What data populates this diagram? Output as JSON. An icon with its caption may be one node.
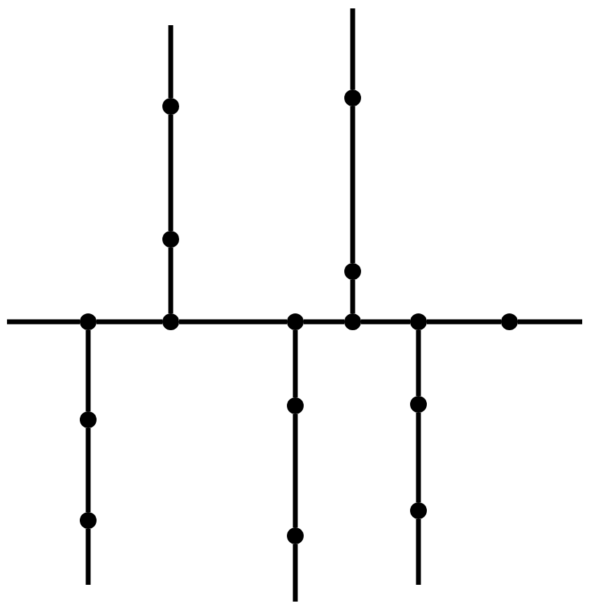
{
  "diagram": {
    "nodes": [
      {
        "text": [],
        "shape": "circle"
      },
      {
        "text": [],
        "shape": "circle"
      },
      {
        "text": [],
        "shape": "circle"
      },
      {
        "text": [],
        "shape": "circle"
      },
      {
        "text": [],
        "shape": "circle"
      },
      {
        "text": [],
        "shape": "circle"
      },
      {
        "text": [],
        "shape": "circle"
      },
      {
        "text": [],
        "shape": "circle"
      },
      {
        "text": [],
        "shape": "circle"
      },
      {
        "text": [],
        "shape": "circle"
      },
      {
        "text": [],
        "shape": "circle"
      },
      {
        "text": [],
        "shape": "circle"
      },
      {
        "text": [],
        "shape": "circle"
      },
      {
        "text": [],
        "shape": "circle"
      },
      {
        "text": [],
        "shape": "circle"
      },
      {
        "text": [],
        "shape": "circle"
      }
    ],
    "edges": [
      {
        "from": null,
        "to": 0,
        "arrow": "none"
      },
      {
        "from": 0,
        "to": 3,
        "arrow": "none"
      },
      {
        "from": 3,
        "to": 7,
        "arrow": "none"
      },
      {
        "from": null,
        "to": 1,
        "arrow": "none"
      },
      {
        "from": 1,
        "to": 2,
        "arrow": "none"
      },
      {
        "from": 2,
        "to": 5,
        "arrow": "none"
      },
      {
        "from": null,
        "to": 4,
        "arrow": "none"
      },
      {
        "from": 4,
        "to": 5,
        "arrow": "none"
      },
      {
        "from": 5,
        "to": 6,
        "arrow": "none"
      },
      {
        "from": 6,
        "to": 7,
        "arrow": "none"
      },
      {
        "from": 7,
        "to": 8,
        "arrow": "none"
      },
      {
        "from": 8,
        "to": 9,
        "arrow": "none"
      },
      {
        "from": 9,
        "to": null,
        "arrow": "none"
      },
      {
        "from": 4,
        "to": 12,
        "arrow": "none"
      },
      {
        "from": 12,
        "to": 14,
        "arrow": "none"
      },
      {
        "from": 14,
        "to": null,
        "arrow": "none"
      },
      {
        "from": 6,
        "to": 10,
        "arrow": "none"
      },
      {
        "from": 10,
        "to": 15,
        "arrow": "none"
      },
      {
        "from": 15,
        "to": null,
        "arrow": "none"
      },
      {
        "from": 8,
        "to": 11,
        "arrow": "none"
      },
      {
        "from": 11,
        "to": 13,
        "arrow": "none"
      },
      {
        "from": 13,
        "to": null,
        "arrow": "none"
      }
    ]
  }
}
